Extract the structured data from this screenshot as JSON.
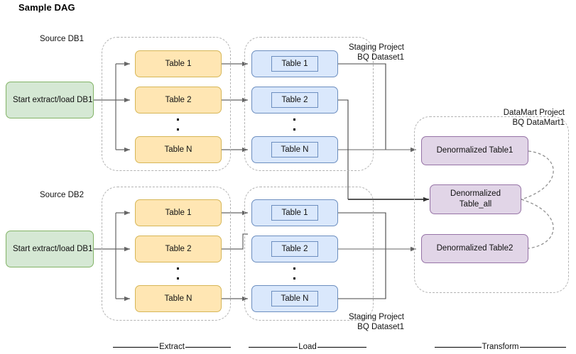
{
  "title": "Sample DAG",
  "sources": [
    {
      "label": "Source DB1",
      "start_node": "Start extract/load DB1"
    },
    {
      "label": "Source DB2",
      "start_node": "Start extract/load DB1"
    }
  ],
  "extract": {
    "group_label_top": "Source DB1",
    "group_label_bottom": "Source DB2",
    "rows": [
      "Table 1",
      "Table 2",
      "Table N"
    ],
    "ellipsis": "·"
  },
  "load": {
    "rows": [
      "Table 1",
      "Table 2",
      "Table N"
    ],
    "annotation_top_line1": "Staging Project",
    "annotation_top_line2": "BQ Dataset1",
    "annotation_bottom_line1": "Staging Project",
    "annotation_bottom_line2": "BQ Dataset1"
  },
  "transform": {
    "annotation_line1": "DataMart Project",
    "annotation_line2": "BQ DataMart1",
    "nodes": [
      {
        "label": "Denormalized Table1"
      },
      {
        "label_line1": "Denormalized",
        "label_line2": "Table_all"
      },
      {
        "label": "Denormalized Table2"
      }
    ]
  },
  "phases": [
    {
      "label": "Extract"
    },
    {
      "label": "Load"
    },
    {
      "label": "Transform"
    }
  ],
  "colors": {
    "green_fill": "#d5e8d4",
    "green_stroke": "#82b366",
    "yellow_fill": "#ffe6b3",
    "yellow_stroke": "#d6b656",
    "blue_fill": "#dae8fc",
    "blue_stroke": "#6c8ebf",
    "purple_fill": "#e1d5e7",
    "purple_stroke": "#9673a6",
    "group_stroke": "#b3b3b3",
    "edge_stroke": "#666666",
    "edge_stroke_dark": "#000000",
    "text": "#111111"
  }
}
